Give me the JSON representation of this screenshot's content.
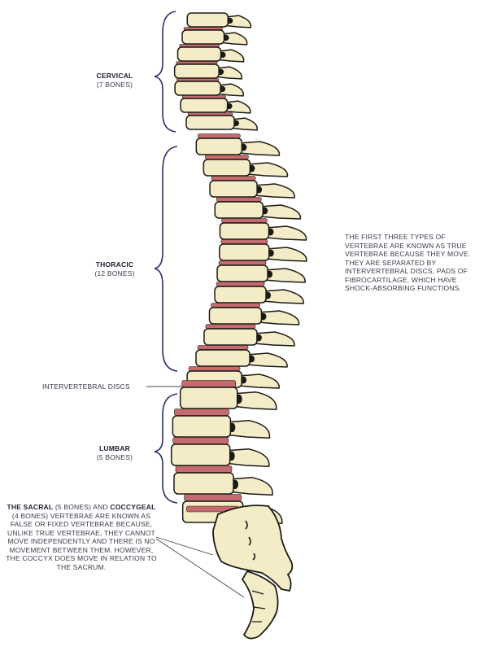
{
  "colors": {
    "bone": "#f4ecc6",
    "bone_outline": "#1c1a16",
    "disc": "#c56b6f",
    "bracket": "#2b2f6b",
    "leader": "#444444"
  },
  "regions": {
    "cervical": {
      "title": "CERVICAL",
      "count": "(7 BONES)"
    },
    "thoracic": {
      "title": "THORACIC",
      "count": "(12 BONES)"
    },
    "lumbar": {
      "title": "LUMBAR",
      "count": "(5 BONES)"
    }
  },
  "discs_label": "INTERVERTEBRAL DISCS",
  "true_vertebrae_note": "THE FIRST THREE TYPES OF VERTEBRAE ARE KNOWN AS TRUE VERTEBRAE BECAUSE THEY MOVE. THEY ARE SEPARATED BY INTERVERTEBRAL DISCS, PADS OF FIBROCARTILAGE, WHICH HAVE SHOCK-ABSORBING FUNCTIONS.",
  "false_vertebrae_note": {
    "sacral_title": "THE SACRAL",
    "sacral_count": "(5 BONES)",
    "and": "AND",
    "coccygeal_title": "COCCYGEAL",
    "coccygeal_count": "(4 BONES)",
    "body": "VERTEBRAE ARE KNOWN AS FALSE OR FIXED VERTEBRAE BECAUSE, UNLIKE TRUE VERTEBRAE, THEY CANNOT MOVE INDEPENDENTLY AND THERE IS NO MOVEMENT BETWEEN THEM. HOWEVER, THE COCCYX DOES MOVE IN RELATION TO THE SACRUM."
  }
}
